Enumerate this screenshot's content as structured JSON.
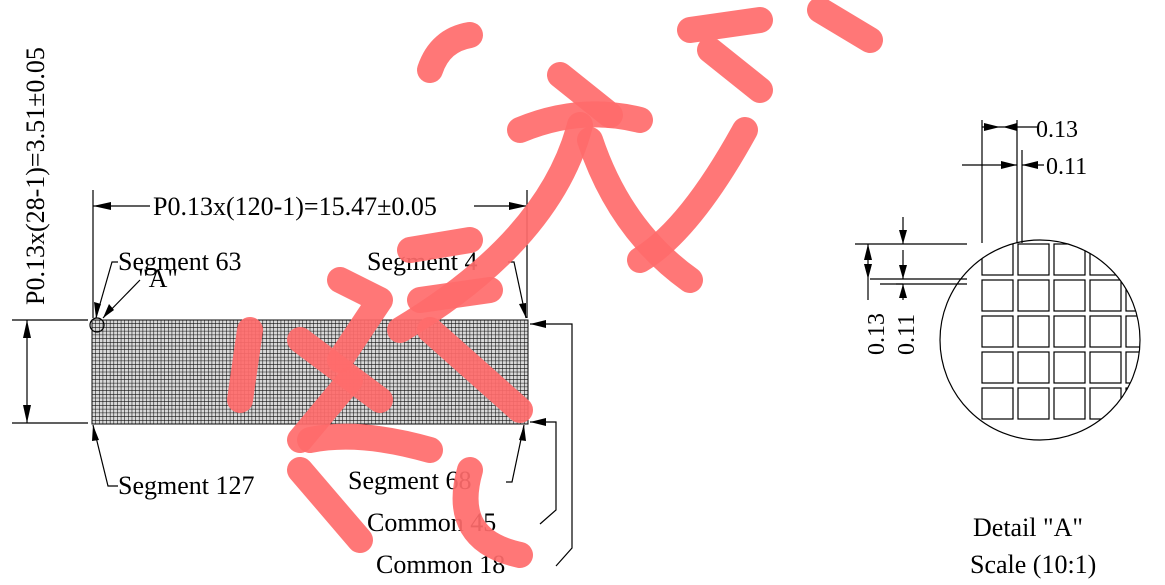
{
  "labels": {
    "pitch_x": "P0.13x(120-1)=15.47±0.05",
    "pitch_y": "P0.13x(28-1)=3.51±0.05",
    "segment_63": "Segment 63",
    "segment_4": "Segment 4",
    "segment_127": "Segment 127",
    "segment_68": "Segment 68",
    "common_45": "Common 45",
    "common_18": "Common 18",
    "detail_marker": "\"A\""
  },
  "detail": {
    "pitch_top": "0.13",
    "dot_top": "0.11",
    "pitch_left": "0.13",
    "dot_left": "0.11",
    "caption": "Detail \"A\"",
    "scale": "Scale (10:1)"
  },
  "matrix": {
    "columns": 120,
    "rows": 28
  },
  "colors": {
    "line": "#000000",
    "watermark": "#ff6b6b"
  }
}
